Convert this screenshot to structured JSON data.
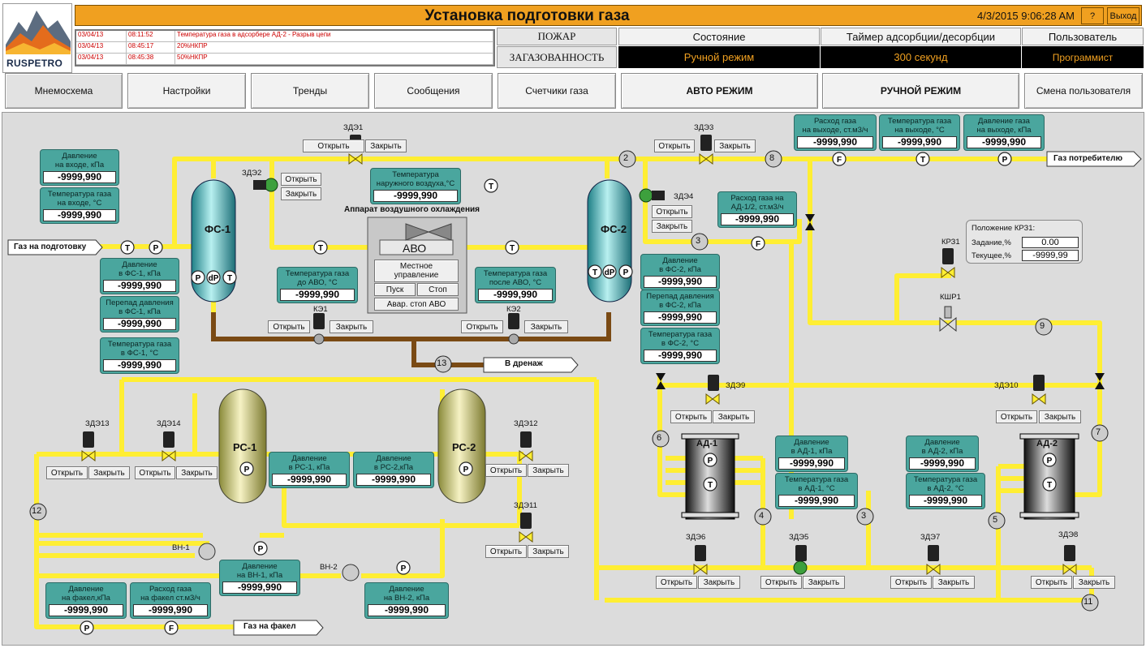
{
  "header": {
    "logo_text": "RUSPETRO",
    "title": "Установка подготовки газа",
    "datetime": "4/3/2015 9:06:28 AM",
    "help_label": "?",
    "exit_label": "Выход",
    "fire_label": "ПОЖАР",
    "gas_label": "ЗАГАЗОВАННОСТЬ",
    "state_header": "Состояние",
    "state_value": "Ручной режим",
    "timer_header": "Таймер адсорбции/десорбции",
    "timer_value": "300  секунд",
    "user_header": "Пользователь",
    "user_value": "Программист"
  },
  "alarms": [
    {
      "date": "03/04/13",
      "time": "08:11:52",
      "text": "Температура газа в адсорбере АД-2 - Разрыв цепи"
    },
    {
      "date": "03/04/13",
      "time": "08:45:17",
      "text": "20%НКПР"
    },
    {
      "date": "03/04/13",
      "time": "08:45:38",
      "text": "50%НКПР"
    }
  ],
  "nav": [
    "Мнемосхема",
    "Настройки",
    "Тренды",
    "Сообщения",
    "Счетчики газа",
    "АВТО РЕЖИМ",
    "РУЧНОЙ РЕЖИМ",
    "Смена пользователя"
  ],
  "common": {
    "open": "Открыть",
    "close": "Закрыть",
    "value": "-9999,990"
  },
  "tags": {
    "p_in": "Давление\nна входе, кПа",
    "t_in": "Температура газа\nна входе, °C",
    "p_fs1": "Давление\nв ФС-1, кПа",
    "dp_fs1": "Перепад давления\nв ФС-1, кПа",
    "t_fs1": "Температура газа\nв ФС-1, °C",
    "t_air": "Температура\nнаружного воздуха,°C",
    "t_pre_avo": "Температура газа\nдо АВО, °C",
    "t_post_avo": "Температура газа\nпосле АВО, °C",
    "p_fs2": "Давление\nв ФС-2, кПа",
    "dp_fs2": "Перепад давления\nв ФС-2, кПа",
    "t_fs2": "Температура газа\nв ФС-2, °C",
    "q_ad": "Расход газа на\nАД-1/2, ст.м3/ч",
    "q_out": "Расход газа\nна выходе, ст.м3/ч",
    "t_out": "Температура газа\nна выходе, °C",
    "p_out": "Давление газа\nна выходе, кПа",
    "p_ad1": "Давление\nв АД-1, кПа",
    "t_ad1": "Температура газа\nв АД-1, °C",
    "p_ad2": "Давление\nв АД-2, кПа",
    "t_ad2": "Температура газа\nв АД-2, °C",
    "p_rs1": "Давление\nв РС-1, кПа",
    "p_rs2": "Давление\nв РС-2,кПа",
    "p_vn1": "Давление\nна ВН-1, кПа",
    "p_vn2": "Давление\nна ВН-2, кПа",
    "p_flare": "Давление\nна факел,кПа",
    "q_flare": "Расход газа\nна факел ст.м3/ч"
  },
  "krz1": {
    "title": "Положение КРЗ1:",
    "set_label": "Задание,%",
    "set_value": "0.00",
    "cur_label": "Текущее,%",
    "cur_value": "-9999,99"
  },
  "avo": {
    "title": "Аппарат воздушного охлаждения",
    "name": "АВО",
    "local": "Местное\nуправление",
    "start": "Пуск",
    "stop": "Стоп",
    "estop": "Авар. стоп АВО"
  },
  "labels": {
    "gas_in": "Газ на подготовку",
    "gas_out": "Газ потребителю",
    "drain": "В дренаж",
    "flare": "Газ на факел",
    "fs1": "ФС-1",
    "fs2": "ФС-2",
    "rs1": "РС-1",
    "rs2": "РС-2",
    "ad1": "АД-1",
    "ad2": "АД-2",
    "zde1": "ЗДЭ1",
    "zde2": "ЗДЭ2",
    "zde3": "ЗДЭ3",
    "zde4": "ЗДЭ4",
    "zde5": "ЗДЭ5",
    "zde6": "ЗДЭ6",
    "zde7": "ЗДЭ7",
    "zde8": "ЗДЭ8",
    "zde9": "ЗДЭ9",
    "zde10": "ЗДЭ10",
    "zde11": "ЗДЭ11",
    "zde12": "ЗДЭ12",
    "zde13": "ЗДЭ13",
    "zde14": "ЗДЭ14",
    "ke1": "КЭ1",
    "ke2": "КЭ2",
    "krz1": "КРЗ1",
    "kshr1": "КШР1",
    "vn1": "ВН-1",
    "vn2": "ВН-2"
  },
  "nodes": [
    "2",
    "3",
    "3",
    "4",
    "5",
    "6",
    "7",
    "8",
    "9",
    "11",
    "12",
    "13"
  ],
  "colors": {
    "title": "#f0a020",
    "pipe": "#ffee33",
    "drain_pipe": "#7a4a14",
    "tag": "#4aa69e",
    "alarm": "#cc0000",
    "state": "#f0a020"
  }
}
